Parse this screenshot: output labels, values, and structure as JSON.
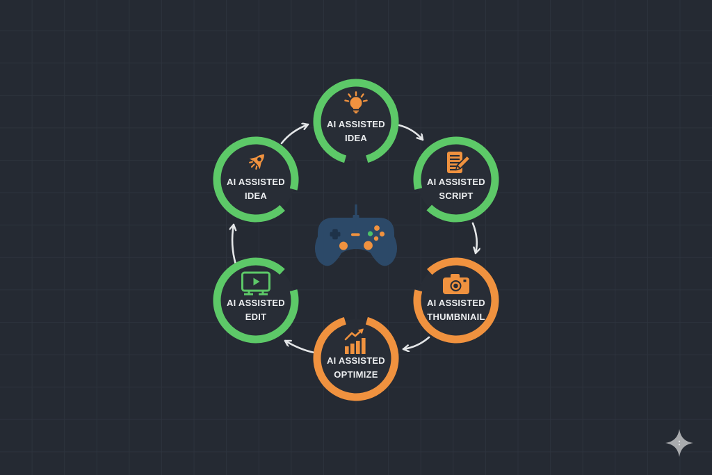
{
  "diagram": {
    "type": "circular-process",
    "flow_direction": "clockwise",
    "sequence": [
      "idea-top",
      "script",
      "thumbnail",
      "optimize",
      "edit",
      "idea-left",
      "idea-top"
    ]
  },
  "palette": {
    "background": "#252a33",
    "grid_line": "#2d333d",
    "green": "#5dc968",
    "orange": "#f0923f",
    "label_text": "#eceef0",
    "arrow": "#e4e6e8",
    "controller_body": "#2c4968",
    "controller_detail": "#1e3249",
    "star": "#a9abae"
  },
  "nodes": [
    {
      "id": "idea-top",
      "line1": "AI ASSISTED",
      "line2": "IDEA",
      "icon": "lightbulb-icon",
      "ring_color": "#5dc968"
    },
    {
      "id": "script",
      "line1": "AI ASSISTED",
      "line2": "SCRIPT",
      "icon": "script-pencil-icon",
      "ring_color": "#5dc968"
    },
    {
      "id": "thumbnail",
      "line1": "AI ASSISTED",
      "line2": "THUMBNIAIL",
      "icon": "camera-icon",
      "ring_color": "#f0923f"
    },
    {
      "id": "optimize",
      "line1": "AI ASSISTED",
      "line2": "OPTIMIZE",
      "icon": "growth-chart-icon",
      "ring_color": "#f0923f"
    },
    {
      "id": "edit",
      "line1": "AI ASSISTED",
      "line2": "EDIT",
      "icon": "video-monitor-icon",
      "ring_color": "#5dc968"
    },
    {
      "id": "idea-left",
      "line1": "AI ASSISTED",
      "line2": "IDEA",
      "icon": "rocket-icon",
      "ring_color": "#5dc968"
    }
  ],
  "center": {
    "icon": "gamepad-icon"
  },
  "watermark": {
    "icon": "sparkle-icon"
  }
}
